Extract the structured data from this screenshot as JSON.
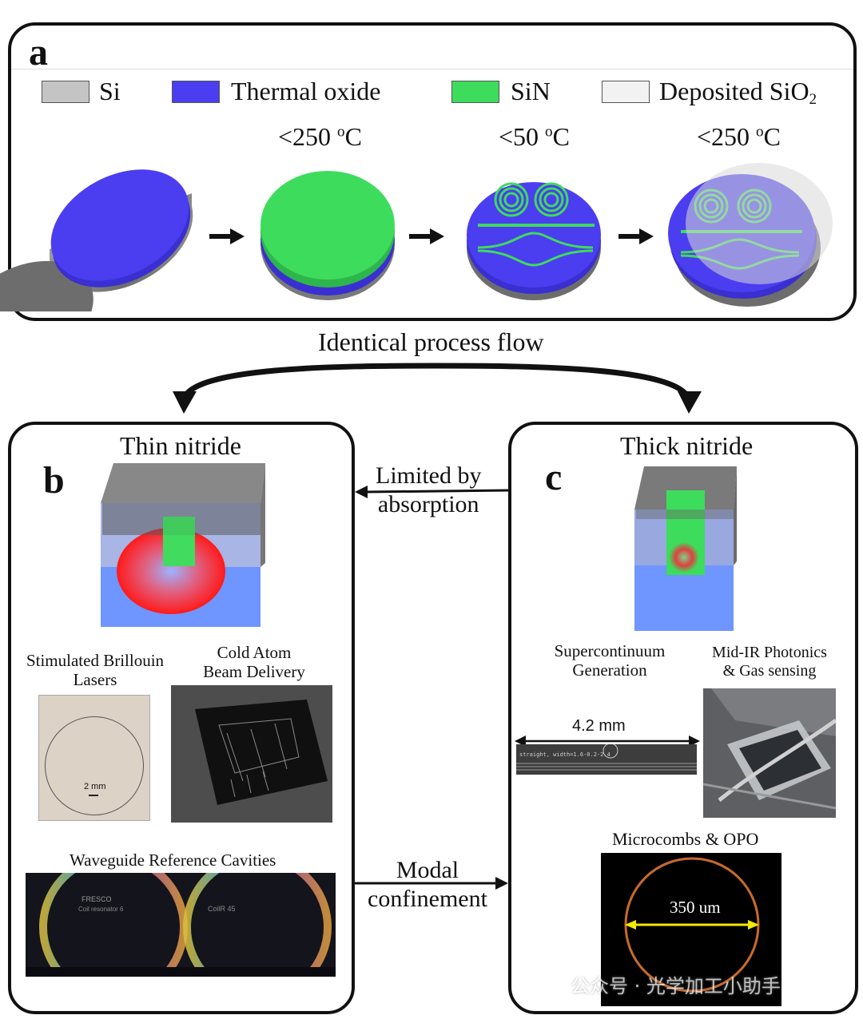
{
  "panels": {
    "a": {
      "letter": "a"
    },
    "b": {
      "letter": "b",
      "title": "Thin nitride"
    },
    "c": {
      "letter": "c",
      "title": "Thick nitride"
    }
  },
  "legend": [
    {
      "name": "Si",
      "color": "#c4c4c4"
    },
    {
      "name": "Thermal oxide",
      "color": "#4b3df0"
    },
    {
      "name": "SiN",
      "color": "#3ddc5c"
    },
    {
      "name": "Deposited SiO",
      "subscript": "2",
      "color": "#f2f2f2"
    }
  ],
  "process_steps": [
    {
      "step": "thermal-oxide-wafer",
      "temperature": ""
    },
    {
      "step": "sin-deposition",
      "temp_value": "<250 ",
      "temp_sup": "o",
      "temp_unit": "C"
    },
    {
      "step": "waveguide-patterning",
      "temp_value": "<50 ",
      "temp_sup": "o",
      "temp_unit": "C"
    },
    {
      "step": "oxide-cladding",
      "temp_value": "<250 ",
      "temp_sup": "o",
      "temp_unit": "C"
    }
  ],
  "flow_label": "Identical process flow",
  "arrows": {
    "to_thin": {
      "line1": "Limited by",
      "line2": "absorption"
    },
    "to_thick": {
      "line1": "Modal",
      "line2": "confinement"
    }
  },
  "thin_apps": {
    "brillouin": {
      "line1": "Stimulated Brillouin",
      "line2": "Lasers",
      "scale": "2 mm"
    },
    "cold_atom": {
      "line1": "Cold Atom",
      "line2": "Beam Delivery"
    },
    "cavities": {
      "label": "Waveguide Reference Cavities",
      "chip_text_1": "FRESCO",
      "chip_text_2": "Coil resonator 6",
      "chip_text_3": "CoilR 45"
    }
  },
  "thick_apps": {
    "supercontinuum": {
      "line1": "Supercontinuum",
      "line2": "Generation",
      "length": "4.2 mm",
      "chip_text": "straight, width=1.6-0.2-2.4"
    },
    "midir": {
      "line1": "Mid-IR Photonics",
      "line2": "& Gas sensing"
    },
    "microcombs": {
      "label": "Microcombs & OPO",
      "diameter": "350 um"
    }
  },
  "watermark": "公众号 · 光学加工小助手",
  "colors": {
    "si": "#c4c4c4",
    "oxide": "#4b3df0",
    "sin": "#3ddc5c",
    "cladding": "#f2f2f2",
    "mode": "#ff2020",
    "cladding_block": "#7fa0ff"
  }
}
